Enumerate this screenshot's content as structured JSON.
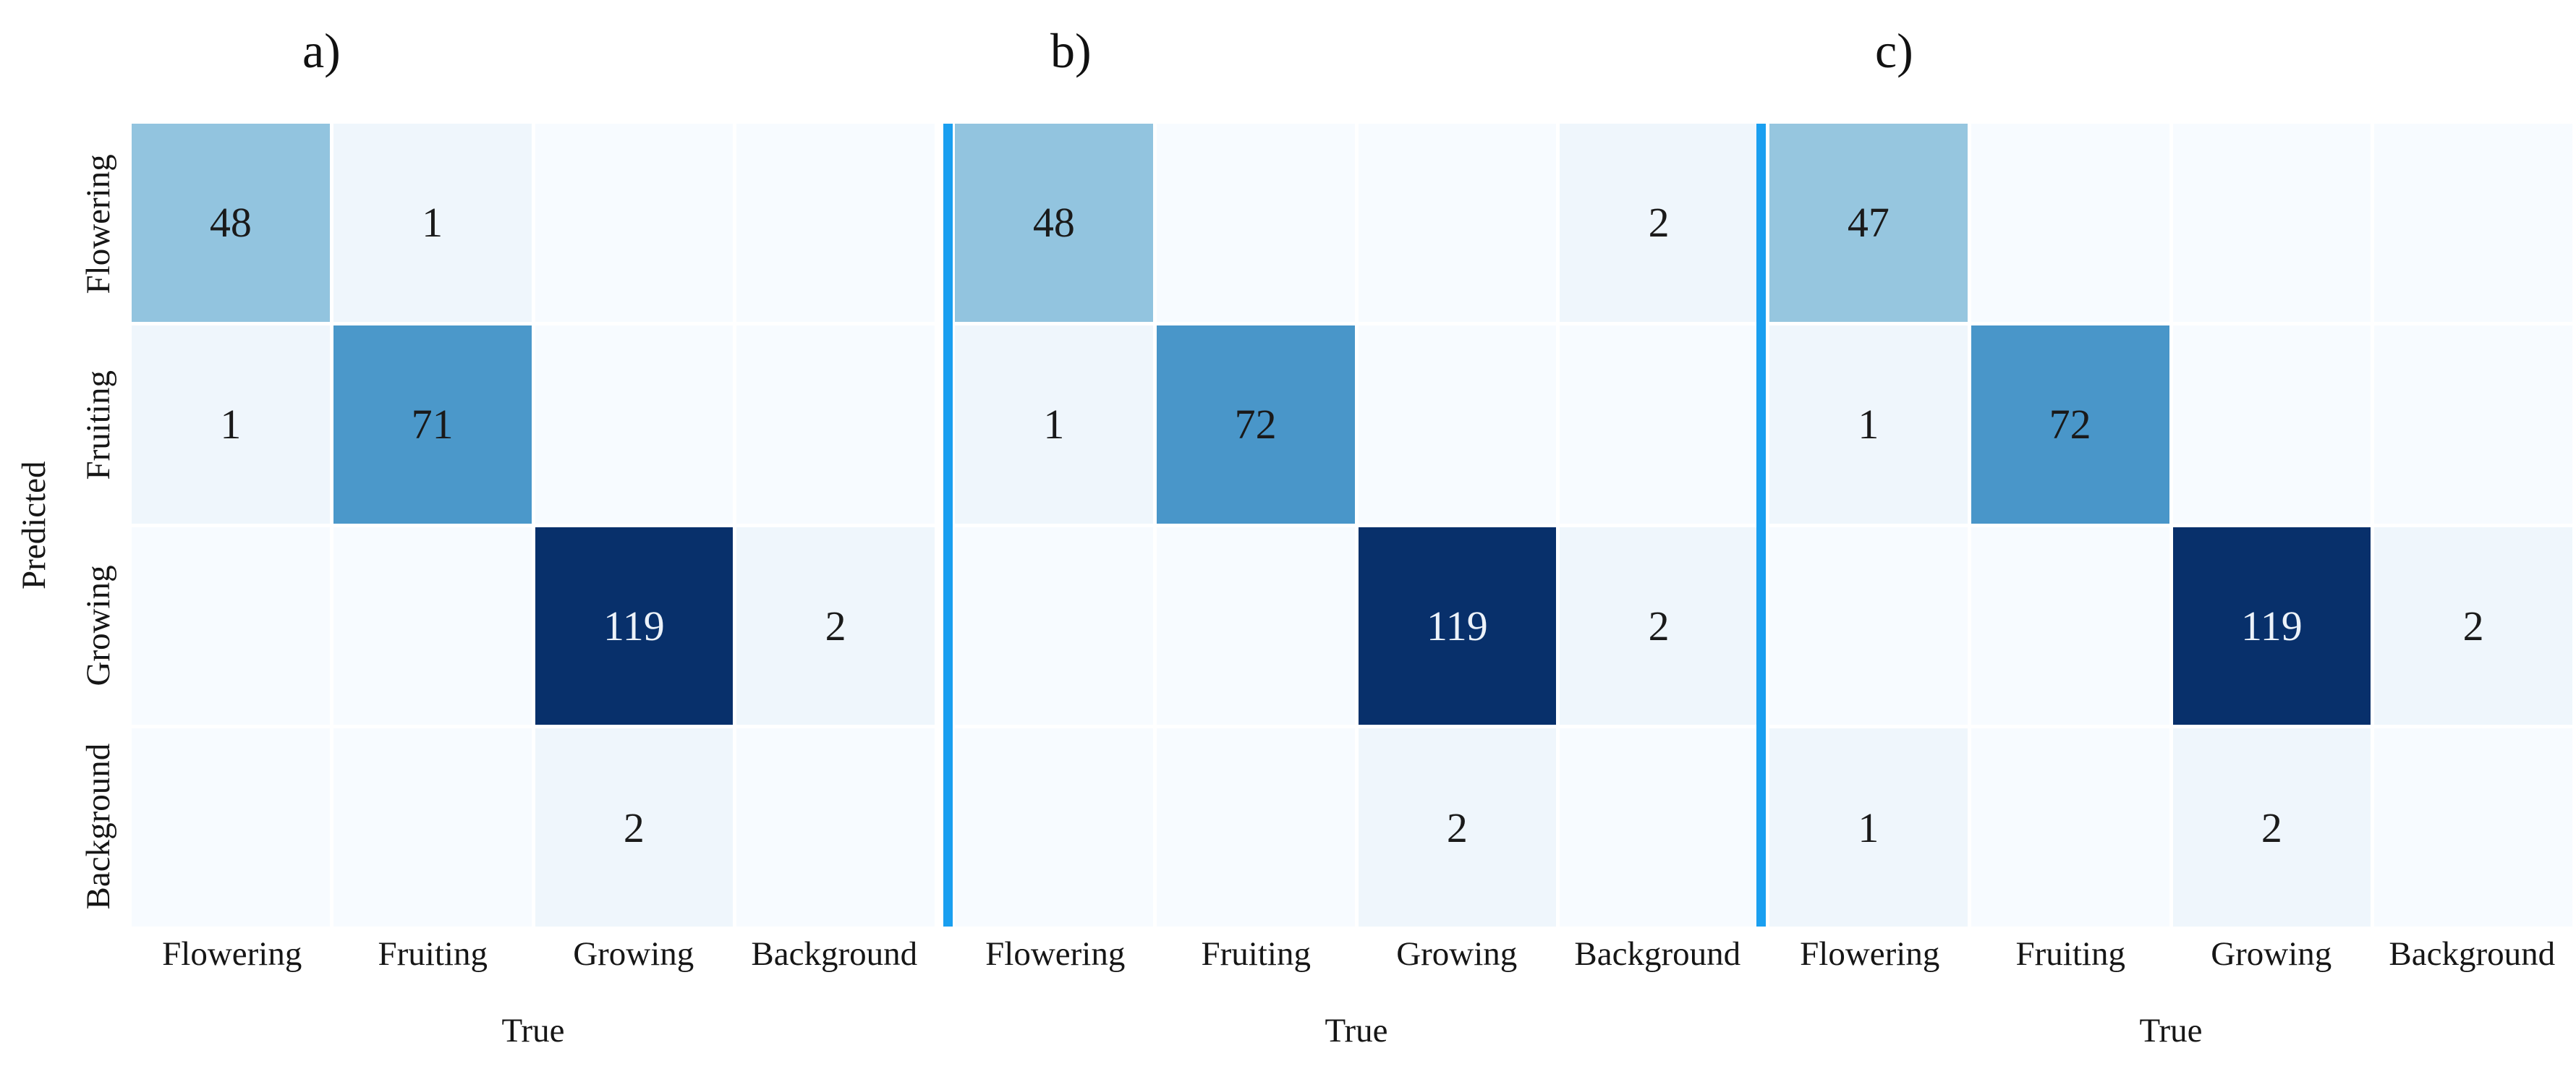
{
  "figure": {
    "xlabel": "True",
    "ylabel": "Predicted",
    "row_labels": [
      "Flowering",
      "Fruiting",
      "Growing",
      "Background"
    ],
    "col_labels": [
      "Flowering",
      "Fruiting",
      "Growing",
      "Background"
    ],
    "vmax": 119,
    "colors": {
      "colormap_blues": [
        "#f7fbff",
        "#deebf7",
        "#c6dbef",
        "#9ecae1",
        "#6baed6",
        "#4292c6",
        "#2171b5",
        "#08519c",
        "#08306b"
      ],
      "divider": "#1a9ff0",
      "cell_text_dark": "#1a1a1a",
      "cell_text_light": "#ecf2f9",
      "background": "#ffffff"
    }
  },
  "chart_data": [
    {
      "type": "heatmap",
      "title": "a)",
      "xlabel": "True",
      "ylabel": "Predicted",
      "x_categories": [
        "Flowering",
        "Fruiting",
        "Growing",
        "Background"
      ],
      "y_categories": [
        "Flowering",
        "Fruiting",
        "Growing",
        "Background"
      ],
      "values": [
        [
          48,
          1,
          0,
          0
        ],
        [
          1,
          71,
          0,
          0
        ],
        [
          0,
          0,
          119,
          2
        ],
        [
          0,
          0,
          2,
          0
        ]
      ],
      "value_range": [
        0,
        119
      ],
      "colormap": "Blues",
      "grid": false,
      "legend": "none"
    },
    {
      "type": "heatmap",
      "title": "b)",
      "xlabel": "True",
      "ylabel": "Predicted",
      "x_categories": [
        "Flowering",
        "Fruiting",
        "Growing",
        "Background"
      ],
      "y_categories": [
        "Flowering",
        "Fruiting",
        "Growing",
        "Background"
      ],
      "values": [
        [
          48,
          0,
          0,
          2
        ],
        [
          1,
          72,
          0,
          0
        ],
        [
          0,
          0,
          119,
          2
        ],
        [
          0,
          0,
          2,
          0
        ]
      ],
      "value_range": [
        0,
        119
      ],
      "colormap": "Blues",
      "grid": false,
      "legend": "none"
    },
    {
      "type": "heatmap",
      "title": "c)",
      "xlabel": "True",
      "ylabel": "Predicted",
      "x_categories": [
        "Flowering",
        "Fruiting",
        "Growing",
        "Background"
      ],
      "y_categories": [
        "Flowering",
        "Fruiting",
        "Growing",
        "Background"
      ],
      "values": [
        [
          47,
          0,
          0,
          0
        ],
        [
          1,
          72,
          0,
          0
        ],
        [
          0,
          0,
          119,
          2
        ],
        [
          1,
          0,
          2,
          0
        ]
      ],
      "value_range": [
        0,
        119
      ],
      "colormap": "Blues",
      "grid": false,
      "legend": "none"
    }
  ]
}
